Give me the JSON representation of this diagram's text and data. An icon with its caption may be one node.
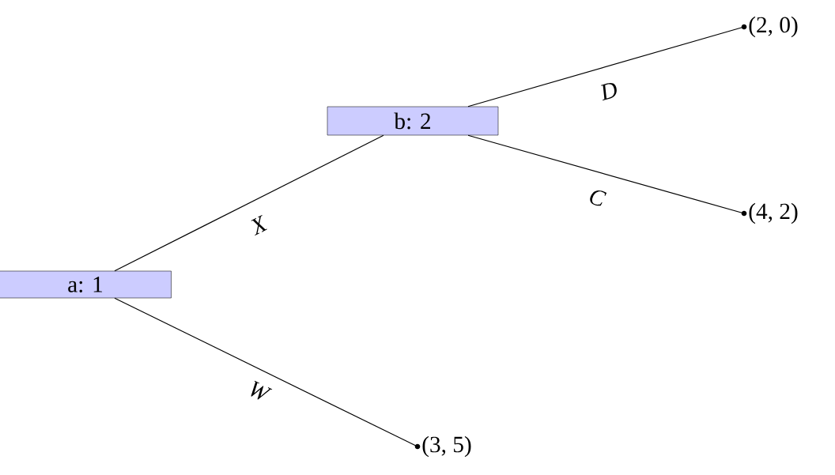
{
  "diagram": {
    "nodes": [
      {
        "text": [
          "a: 1"
        ]
      },
      {
        "text": [
          "b: 2"
        ]
      },
      {
        "text": [],
        "shape": "circle",
        "beside": [
          "(2, 0)"
        ]
      },
      {
        "text": [],
        "shape": "circle",
        "beside": [
          "(4, 2)"
        ]
      },
      {
        "text": [],
        "shape": "circle",
        "beside": [
          "(3, 5)"
        ]
      }
    ],
    "edges": [
      {
        "from": 0,
        "to": 1,
        "arrow": "none",
        "label": "X"
      },
      {
        "from": 1,
        "to": 2,
        "arrow": "none",
        "label": "D"
      },
      {
        "from": 1,
        "to": 3,
        "arrow": "none",
        "label": "C"
      },
      {
        "from": 0,
        "to": 4,
        "arrow": "none",
        "label": "W"
      }
    ]
  }
}
